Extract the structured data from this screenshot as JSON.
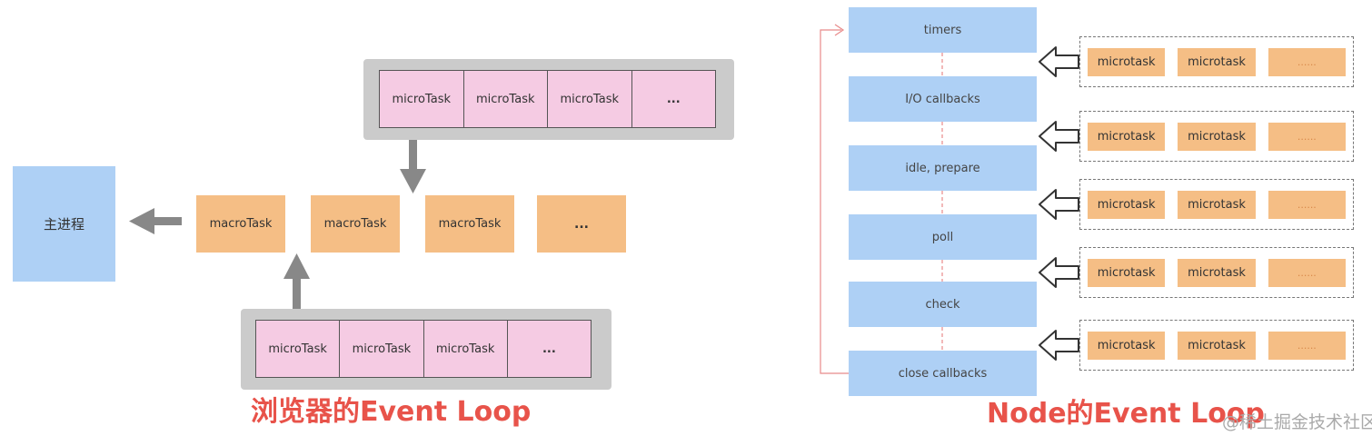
{
  "browser": {
    "main_process": "主进程",
    "macro_tasks": [
      "macroTask",
      "macroTask",
      "macroTask",
      "..."
    ],
    "top_queue": [
      "microTask",
      "microTask",
      "microTask",
      "..."
    ],
    "bottom_queue": [
      "microTask",
      "microTask",
      "microTask",
      "..."
    ],
    "caption": "浏览器的Event Loop"
  },
  "node": {
    "phases": [
      "timers",
      "I/O callbacks",
      "idle, prepare",
      "poll",
      "check",
      "close callbacks"
    ],
    "microtask_groups": [
      [
        "microtask",
        "microtask",
        "......"
      ],
      [
        "microtask",
        "microtask",
        "......"
      ],
      [
        "microtask",
        "microtask",
        "......"
      ],
      [
        "microtask",
        "microtask",
        "......"
      ],
      [
        "microtask",
        "microtask",
        "......"
      ]
    ],
    "caption": "Node的Event Loop",
    "watermark": "@稀土掘金技术社区"
  },
  "colors": {
    "main_process": "#aed0f5",
    "macro_task": "#f5be85",
    "micro_task_browser": "#f5cbe3",
    "tray": "#cbcbcb",
    "arrow": "#888888",
    "phase": "#aed0f5",
    "loop_line": "#e88a8a",
    "caption": "#e8534a"
  }
}
